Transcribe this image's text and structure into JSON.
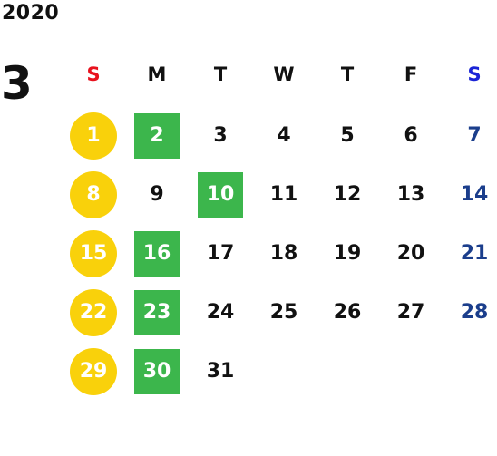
{
  "year": "2020",
  "month": "3",
  "colors": {
    "text": "#111111",
    "sunday_header": "#e8121e",
    "saturday_header": "#1a24d6",
    "saturday_date": "#1b3e8c",
    "sunday_circle": "#f9d10b",
    "highlight_square": "#3cb64c"
  },
  "weekdays": [
    {
      "label": "S",
      "color": "#e8121e"
    },
    {
      "label": "M",
      "color": "#111111"
    },
    {
      "label": "T",
      "color": "#111111"
    },
    {
      "label": "W",
      "color": "#111111"
    },
    {
      "label": "T",
      "color": "#111111"
    },
    {
      "label": "F",
      "color": "#111111"
    },
    {
      "label": "S",
      "color": "#1a24d6"
    }
  ],
  "weeks": [
    [
      {
        "day": "1",
        "style": "circle"
      },
      {
        "day": "2",
        "style": "square"
      },
      {
        "day": "3",
        "style": "plain"
      },
      {
        "day": "4",
        "style": "plain"
      },
      {
        "day": "5",
        "style": "plain"
      },
      {
        "day": "6",
        "style": "plain"
      },
      {
        "day": "7",
        "style": "saturday"
      }
    ],
    [
      {
        "day": "8",
        "style": "circle"
      },
      {
        "day": "9",
        "style": "plain"
      },
      {
        "day": "10",
        "style": "square"
      },
      {
        "day": "11",
        "style": "plain"
      },
      {
        "day": "12",
        "style": "plain"
      },
      {
        "day": "13",
        "style": "plain"
      },
      {
        "day": "14",
        "style": "saturday"
      }
    ],
    [
      {
        "day": "15",
        "style": "circle"
      },
      {
        "day": "16",
        "style": "square"
      },
      {
        "day": "17",
        "style": "plain"
      },
      {
        "day": "18",
        "style": "plain"
      },
      {
        "day": "19",
        "style": "plain"
      },
      {
        "day": "20",
        "style": "plain"
      },
      {
        "day": "21",
        "style": "saturday"
      }
    ],
    [
      {
        "day": "22",
        "style": "circle"
      },
      {
        "day": "23",
        "style": "square"
      },
      {
        "day": "24",
        "style": "plain"
      },
      {
        "day": "25",
        "style": "plain"
      },
      {
        "day": "26",
        "style": "plain"
      },
      {
        "day": "27",
        "style": "plain"
      },
      {
        "day": "28",
        "style": "saturday"
      }
    ],
    [
      {
        "day": "29",
        "style": "circle"
      },
      {
        "day": "30",
        "style": "square"
      },
      {
        "day": "31",
        "style": "plain"
      }
    ]
  ]
}
